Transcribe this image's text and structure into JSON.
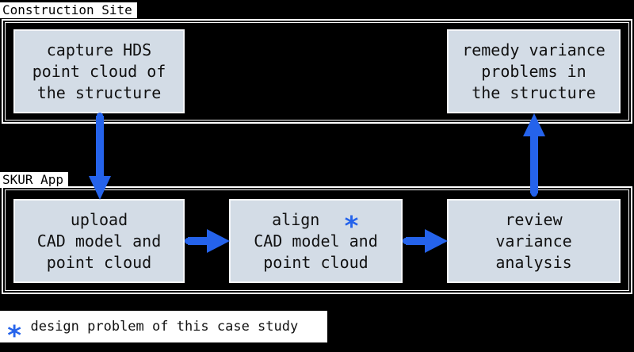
{
  "regions": {
    "construction_site": "Construction Site",
    "skur_app": "SKUR App"
  },
  "boxes": {
    "capture": [
      "capture HDS",
      "point cloud of",
      "the structure"
    ],
    "remedy": [
      "remedy variance",
      "problems in",
      "the structure"
    ],
    "upload": [
      "upload",
      "CAD model and",
      "point cloud"
    ],
    "align": [
      "align",
      "CAD model and",
      "point cloud"
    ],
    "review": [
      "review",
      "variance",
      "analysis"
    ]
  },
  "marker": "∗",
  "legend": {
    "marker": "∗",
    "text": "design problem of this case study"
  },
  "colors": {
    "arrow": "#2563eb",
    "box_fill": "#d3dce6",
    "box_border": "#f5f7fa",
    "background": "#000000"
  }
}
